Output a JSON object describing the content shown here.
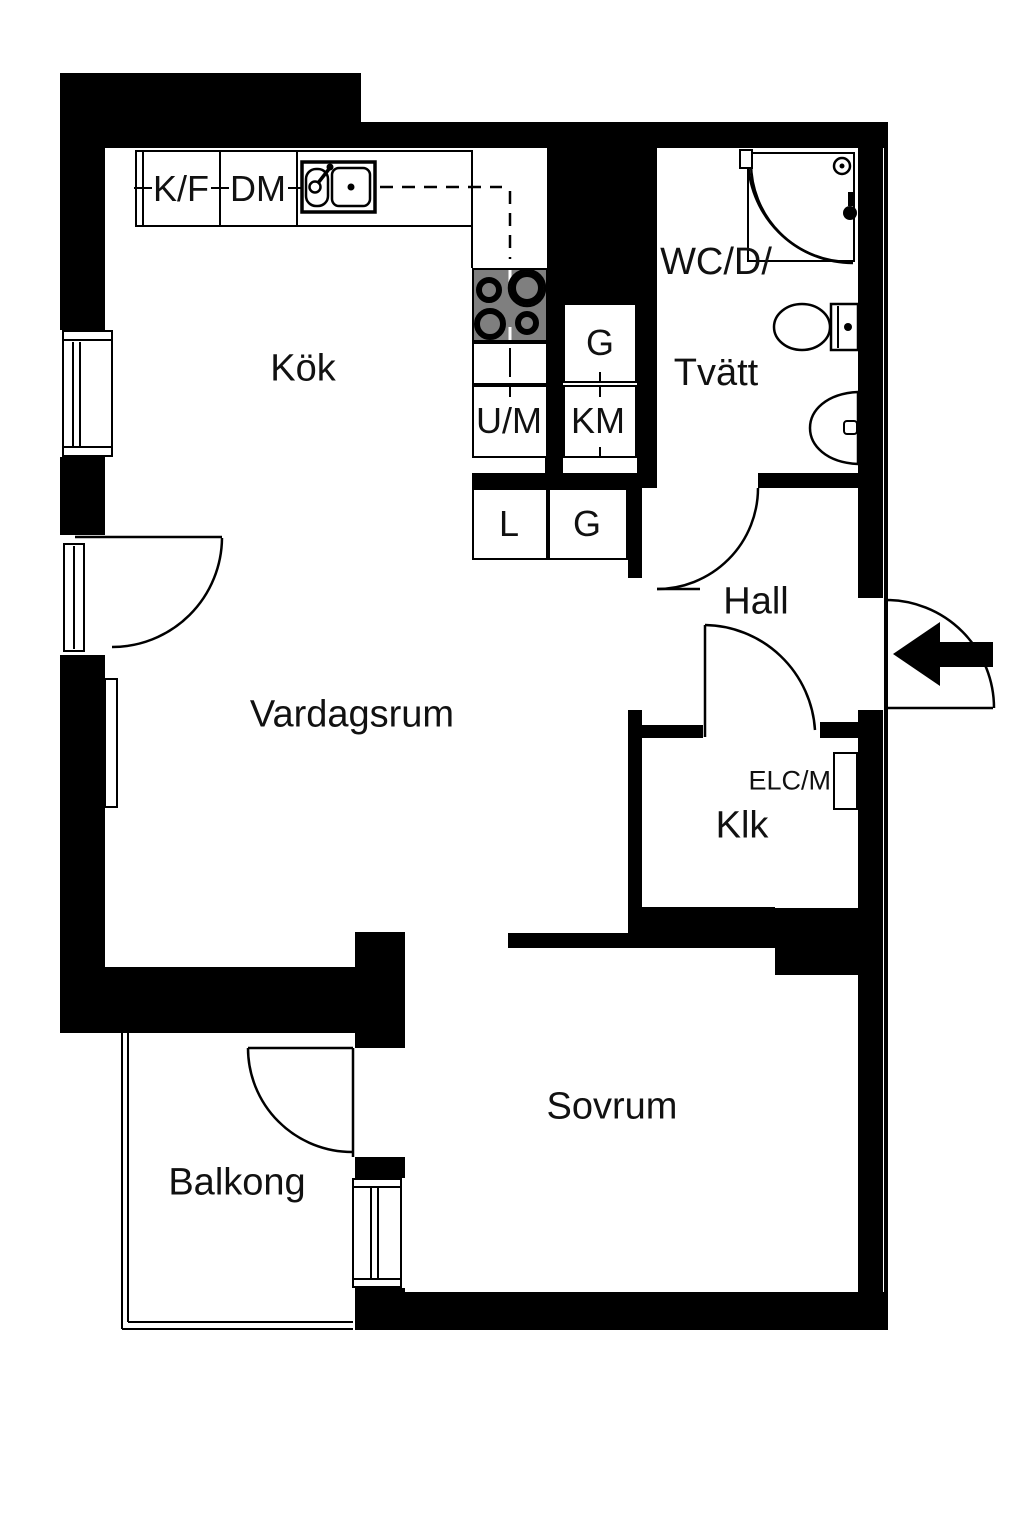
{
  "floorplan": {
    "title": "apartment-floorplan",
    "rooms": {
      "kitchen": "Kök",
      "living_room": "Vardagsrum",
      "bathroom_line1": "WC/D/",
      "bathroom_line2": "Tvätt",
      "hall": "Hall",
      "closet": "Klk",
      "bedroom": "Sovrum",
      "balcony": "Balkong"
    },
    "fixtures": {
      "fridge_freezer": "K/F",
      "dishwasher": "DM",
      "oven_microwave": "U/M",
      "wardrobe_upper": "G",
      "washing_machine": "KM",
      "linen_cabinet": "L",
      "wardrobe_lower": "G",
      "electrical_cabinet": "ELC/M"
    },
    "colors": {
      "wall": "#000000",
      "background": "#ffffff",
      "stove": "#7f7f7f",
      "text": "#111111"
    }
  }
}
